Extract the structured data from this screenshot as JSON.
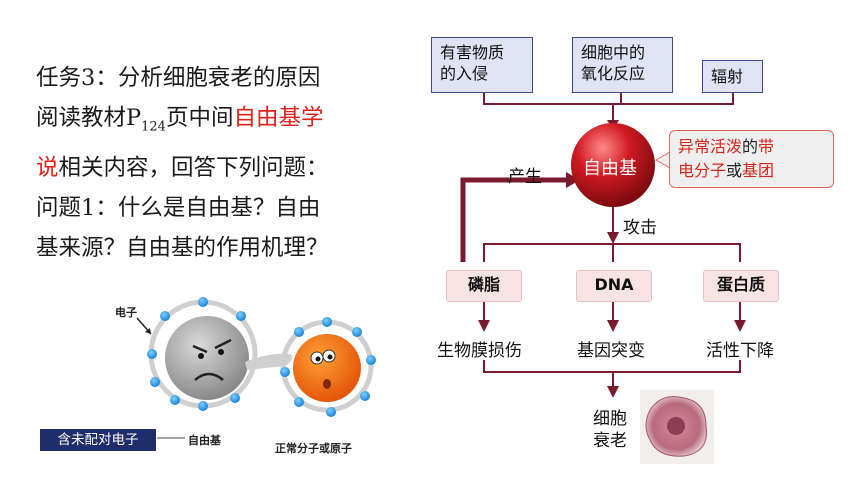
{
  "task": {
    "line1": "任务3：分析细胞衰老的原因",
    "line2_prefix": "阅读教材P",
    "line2_sub": "124",
    "line2_mid": "页中间",
    "line2_red": "自由基学",
    "line3_red": "说",
    "line3_rest": "相关内容，回答下列问题：",
    "line4": "问题1：什么是自由基？自由",
    "line5": "基来源？自由基的作用机理？"
  },
  "sources": {
    "harmful_line1": "有害物质",
    "harmful_line2": "的入侵",
    "oxid_line1": "细胞中的",
    "oxid_line2": "氧化反应",
    "radiation": "辐射"
  },
  "center": "自由基",
  "produce_label": "产生",
  "attack_label": "攻击",
  "callout": {
    "part1": "异常活泼",
    "part2": "的",
    "part3": "带",
    "part4": "电分子",
    "part5": "或",
    "part6": "基团"
  },
  "targets": [
    "磷脂",
    "DNA",
    "蛋白质"
  ],
  "effects": [
    "生物膜损伤",
    "基因突变",
    "活性下降"
  ],
  "result_line1": "细胞",
  "result_line2": "衰老",
  "illustration": {
    "electron_label": "电子",
    "legend": "含未配对电子",
    "radical_label": "自由基",
    "normal_label": "正常分子或原子"
  },
  "colors": {
    "arrow": "#7a1a2e",
    "red_text": "#e0201a",
    "box_fill": "#dfe3f3",
    "chip_fill": "#f7e3e1",
    "legend_fill": "#1f2d6c",
    "sphere": "#c9151d"
  }
}
